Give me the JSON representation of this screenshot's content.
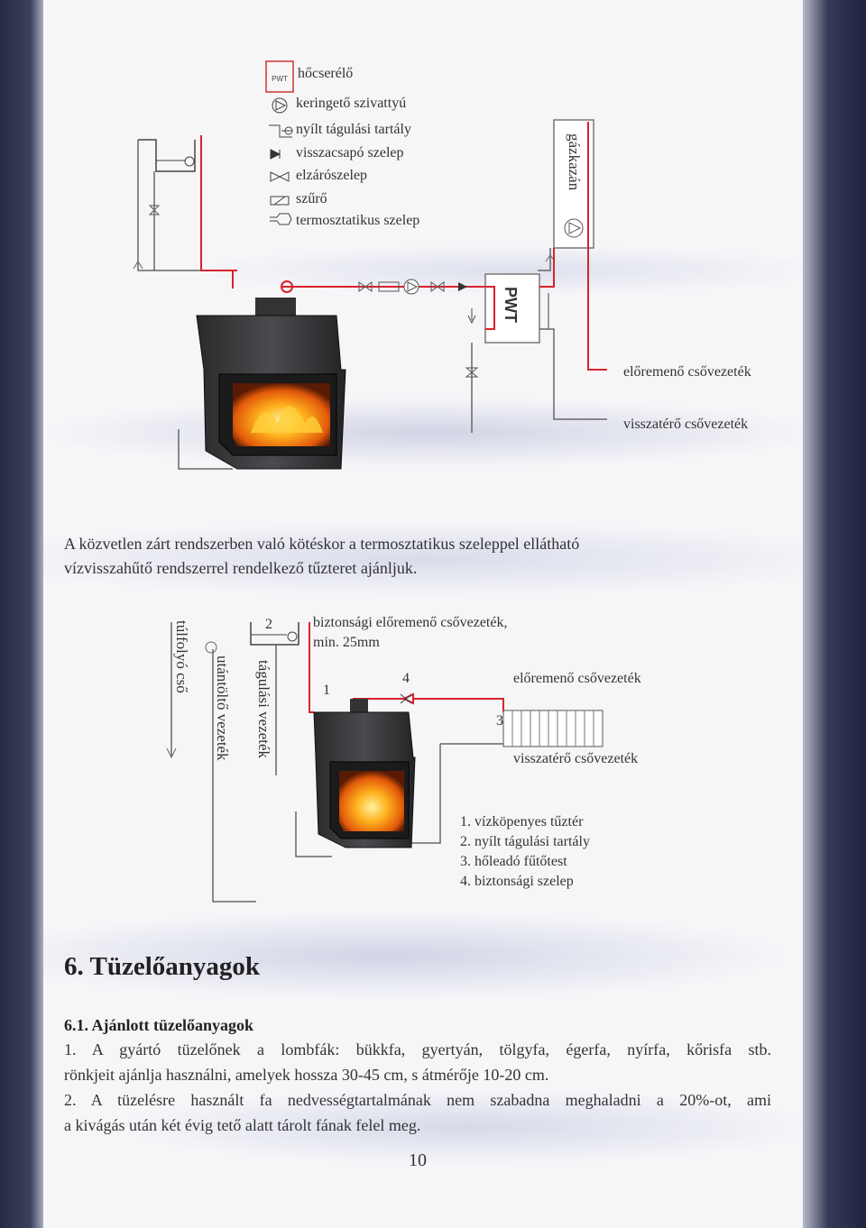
{
  "legend": {
    "items": [
      {
        "icon": "heat-exchanger-icon",
        "label": "hőcserélő"
      },
      {
        "icon": "circulation-pump-icon",
        "label": "keringető szivattyú"
      },
      {
        "icon": "open-expansion-tank-icon",
        "label": "nyílt tágulási tartály"
      },
      {
        "icon": "check-valve-icon",
        "label": "visszacsapó szelep"
      },
      {
        "icon": "shutoff-valve-icon",
        "label": "elzárószelep"
      },
      {
        "icon": "filter-icon",
        "label": "szűrő"
      },
      {
        "icon": "thermostatic-valve-icon",
        "label": "termosztatikus szelep"
      }
    ]
  },
  "diagram1": {
    "boiler_label": "gázkazán",
    "pwt_label": "PWT",
    "flow_label": "előremenő csővezeték",
    "return_label": "visszatérő csővezeték",
    "colors": {
      "flow": "#d9232a",
      "return": "#555555"
    }
  },
  "intro_text": {
    "line1": "A közvetlen zárt rendszerben való kötéskor a termosztatikus szeleppel ellátható",
    "line2": "vízvisszahűtő rendszerrel rendelkező tűzteret ajánljuk."
  },
  "diagram2": {
    "overflow_label": "túlfolyó cső",
    "fill_label": "utántöltő vezeték",
    "expansion_label": "tágulási vezeték",
    "safety_flow_label_1": "biztonsági előremenő csővezeték,",
    "safety_flow_label_2": "min. 25mm",
    "flow_label": "előremenő csővezeték",
    "return_label": "visszatérő csővezeték",
    "num1": "1",
    "num2": "2",
    "num3": "3",
    "num4": "4",
    "key": [
      "1. vízköpenyes tűztér",
      "2. nyílt tágulási tartály",
      "3. hőleadó fűtőtest",
      "4. biztonsági szelep"
    ]
  },
  "section": {
    "title": "6. Tüzelőanyagok",
    "subtitle": "6.1. Ajánlott tüzelőanyagok",
    "p1_line1": "1. A gyártó tüzelőnek a lombfák: bükkfa, gyertyán, tölgyfa, égerfa, nyírfa, kőrisfa stb.",
    "p1_line2": "rönkjeit ajánlja használni, amelyek hossza 30-45 cm, s átmérője 10-20 cm.",
    "p2_line1": "2. A tüzelésre használt fa nedvességtartalmának nem szabadna meghaladni a 20%-ot, ami",
    "p2_line2": "a kivágás után két évig tető alatt tárolt fának felel meg."
  },
  "page_number": "10"
}
